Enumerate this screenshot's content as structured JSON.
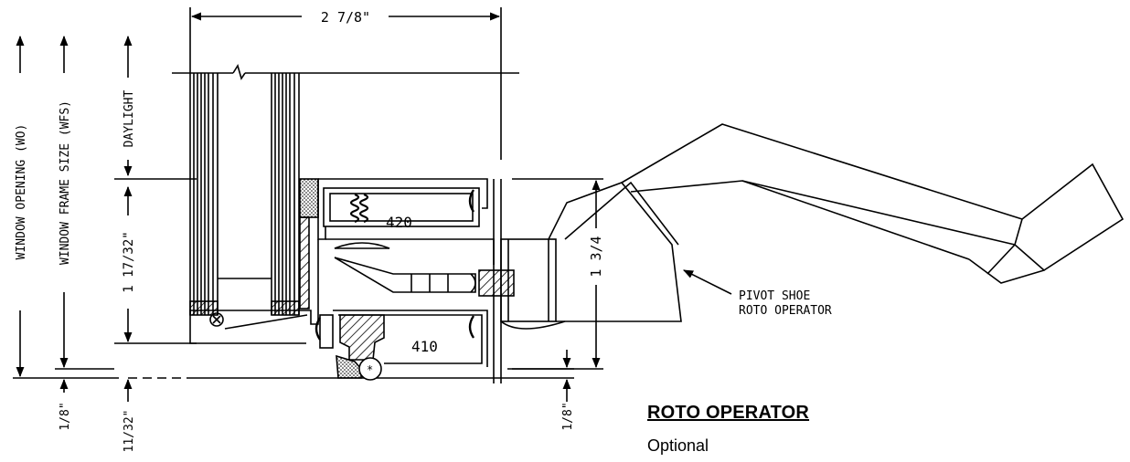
{
  "dimensions": {
    "width_top": "2 7/8\"",
    "sash_height": "1 17/32\"",
    "operator_height": "1 3/4",
    "bottom_left": "1/8\"",
    "bottom_mid": "11/32\"",
    "bottom_right": "1/8\""
  },
  "vertical_labels": {
    "window_opening": "WINDOW OPENING (WO)",
    "frame_size": "WINDOW FRAME SIZE (WFS)",
    "daylight": "DAYLIGHT"
  },
  "parts": {
    "part_420": "420",
    "part_410": "410"
  },
  "callout": {
    "line1": "PIVOT SHOE",
    "line2": "ROTO OPERATOR"
  },
  "caption": {
    "title": "ROTO OPERATOR",
    "subtitle": "Optional"
  }
}
